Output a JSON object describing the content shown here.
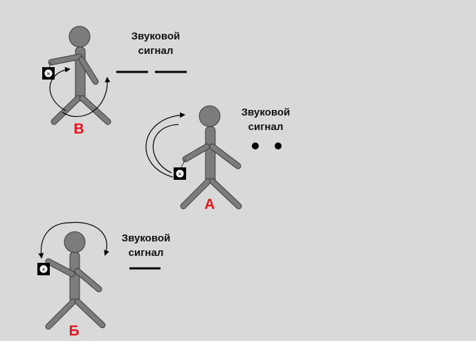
{
  "figures": [
    {
      "id": "v",
      "letter": "В",
      "label_line1": "Звуковой",
      "label_line2": "сигнал",
      "signal": "dash-dash"
    },
    {
      "id": "a",
      "letter": "А",
      "label_line1": "Звуковой",
      "label_line2": "сигнал",
      "signal": "dot-dot"
    },
    {
      "id": "b",
      "letter": "Б",
      "label_line1": "Звуковой",
      "label_line2": "сигнал",
      "signal": "dash"
    }
  ],
  "colors": {
    "background": "#d9d9d9",
    "body": "#7c7c7c",
    "letter": "#e8141e",
    "lantern": "#000000"
  },
  "icons": [
    "lantern-icon",
    "rotation-arrow-icon"
  ]
}
